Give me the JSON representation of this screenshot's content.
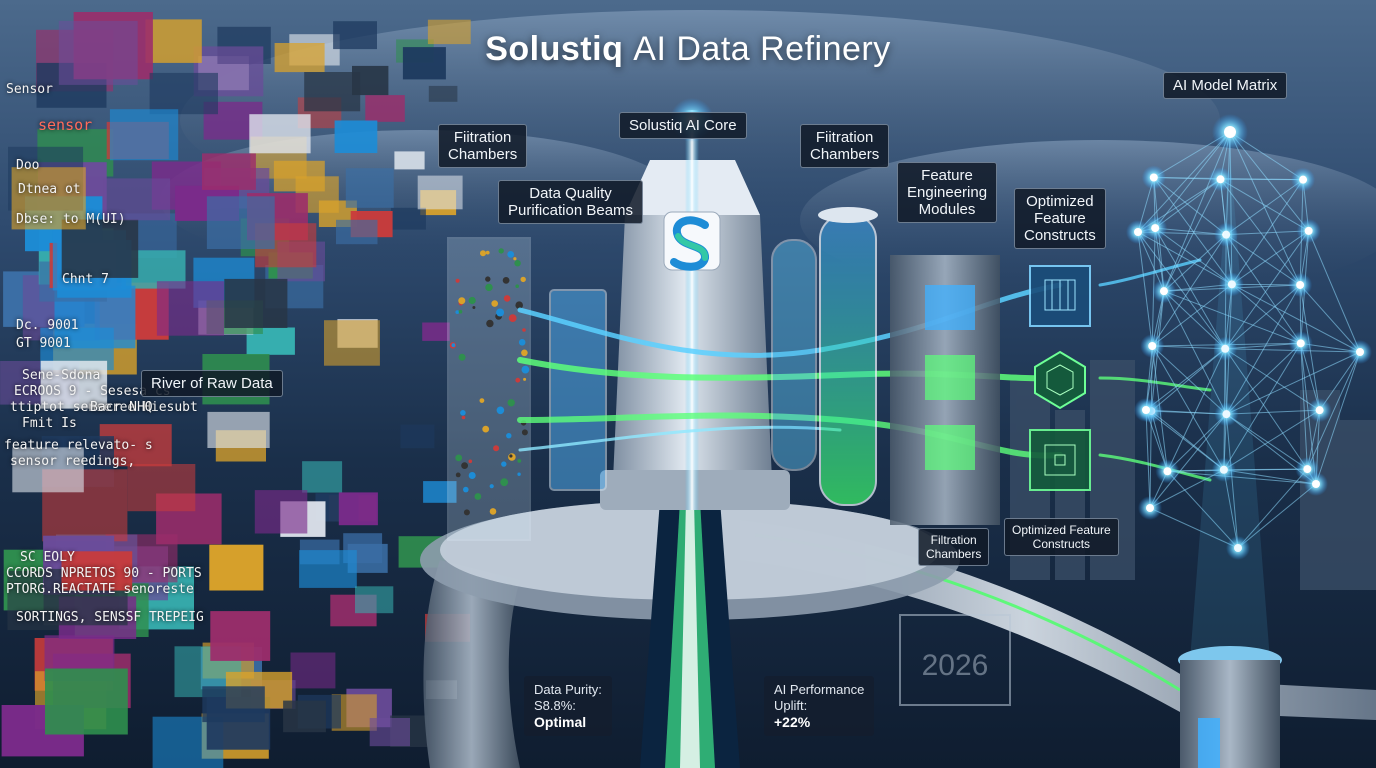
{
  "title_main": "Solustiq",
  "title_rest": "AI Data Refinery",
  "labels": {
    "core": "Solustiq AI Core",
    "filtration_left_1": "Fiitration",
    "filtration_left_2": "Chambers",
    "beams_1": "Data Quality",
    "beams_2": "Purification Beams",
    "filtration_mid_1": "Fiitration",
    "filtration_mid_2": "Chambers",
    "feature_eng_1": "Feature",
    "feature_eng_2": "Engineering",
    "feature_eng_3": "Modules",
    "opt_constructs_1": "Optimized",
    "opt_constructs_2": "Feature",
    "opt_constructs_3": "Constructs",
    "model_matrix": "AI Model Matrix",
    "raw_data": "River of Raw Data",
    "filtration_small_1": "Filtration",
    "filtration_small_2": "Chambers",
    "opt_small_1": "Optimized Feature",
    "opt_small_2": "Constructs"
  },
  "stats": {
    "purity_label": "Data Purity:",
    "purity_value": "S8.8%:",
    "purity_status": "Optimal",
    "perf_label_1": "AI Performance",
    "perf_label_2": "Uplift:",
    "perf_value": "+22%"
  },
  "code_fragments": {
    "c1": "Sensor",
    "c2": "sensor",
    "c3": "Sene-Sdona",
    "c4": "ECROOS 9 - Sesesa cs",
    "c5": "ttiptot senseree Hiesubt",
    "c6": "Fmit Is",
    "c7": "feature relevato- s",
    "c8": "sensor reedings,",
    "c9": "SC EOLY",
    "c10": "CCORDS NPRETOS 90 - PORTS",
    "c11": "PTORG.REACTATE senoreste",
    "c12": "SORTINGS, SENSSF TREPEIG",
    "c13": "Chnt 7",
    "c14": "Doo",
    "c15": "Dtnea ot",
    "c16": "Dbse: to M(UI)",
    "c17": "Dc. 9001",
    "c18": "GT 9001",
    "c19": "Bacr NHQ"
  },
  "rail_marking": "2026",
  "colors": {
    "accent_blue": "#5ad0ff",
    "accent_green": "#5dff7a",
    "label_bg": "#101a28",
    "title": "#ffffff"
  }
}
